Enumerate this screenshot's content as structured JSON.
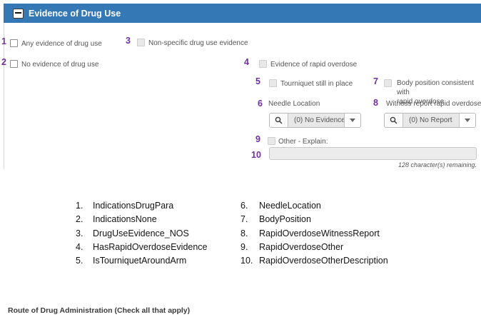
{
  "colors": {
    "header_bg": "#3478b6",
    "annotation_purple": "#7030a0",
    "disabled_fill": "#e8e8e8"
  },
  "header": {
    "title": "Evidence of Drug Use",
    "collapse_icon": "minus-icon"
  },
  "fields": {
    "any_evidence": {
      "annotation": "1",
      "label": "Any evidence of drug use",
      "checked": false,
      "enabled": true
    },
    "no_evidence": {
      "annotation": "2",
      "label": "No evidence of drug use",
      "checked": false,
      "enabled": true
    },
    "non_specific": {
      "annotation": "3",
      "label": "Non-specific drug use evidence",
      "checked": false,
      "enabled": false
    },
    "rapid_overdose": {
      "annotation": "4",
      "label": "Evidence of rapid overdose",
      "checked": false,
      "enabled": false
    },
    "tourniquet": {
      "annotation": "5",
      "label": "Tourniquet still in place",
      "checked": false,
      "enabled": false
    },
    "needle_location": {
      "annotation": "6",
      "label": "Needle Location",
      "value": "(0) No Evidence",
      "left_icon": "search-icon",
      "right_icon": "caret-down-icon"
    },
    "body_position": {
      "annotation": "7",
      "label_line1": "Body position consistent with",
      "label_line2": "rapid overdose",
      "checked": false,
      "enabled": false
    },
    "witness_report": {
      "annotation": "8",
      "label": "Witness report rapid overdose",
      "value": "(0) No Report",
      "left_icon": "search-icon",
      "right_icon": "caret-down-icon"
    },
    "other_explain": {
      "annotation": "9",
      "label": "Other - Explain:",
      "checked": false,
      "enabled": false
    },
    "other_description": {
      "annotation": "10",
      "value": "",
      "placeholder": "",
      "hint": "128 character(s) remaining."
    }
  },
  "legend": {
    "col1": [
      {
        "num": "1.",
        "name": "IndicationsDrugPara"
      },
      {
        "num": "2.",
        "name": "IndicationsNone"
      },
      {
        "num": "3.",
        "name": "DrugUseEvidence_NOS"
      },
      {
        "num": "4.",
        "name": "HasRapidOverdoseEvidence"
      },
      {
        "num": "5.",
        "name": "IsTourniquetAroundArm"
      }
    ],
    "col2": [
      {
        "num": "6.",
        "name": "NeedleLocation"
      },
      {
        "num": "7.",
        "name": "BodyPosition"
      },
      {
        "num": "8.",
        "name": "RapidOverdoseWitnessReport"
      },
      {
        "num": "9.",
        "name": "RapidOverdoseOther"
      },
      {
        "num": "10.",
        "name": "RapidOverdoseOtherDescription"
      }
    ]
  },
  "section_footer": {
    "title": "Route of Drug Administration (Check all that apply)"
  }
}
